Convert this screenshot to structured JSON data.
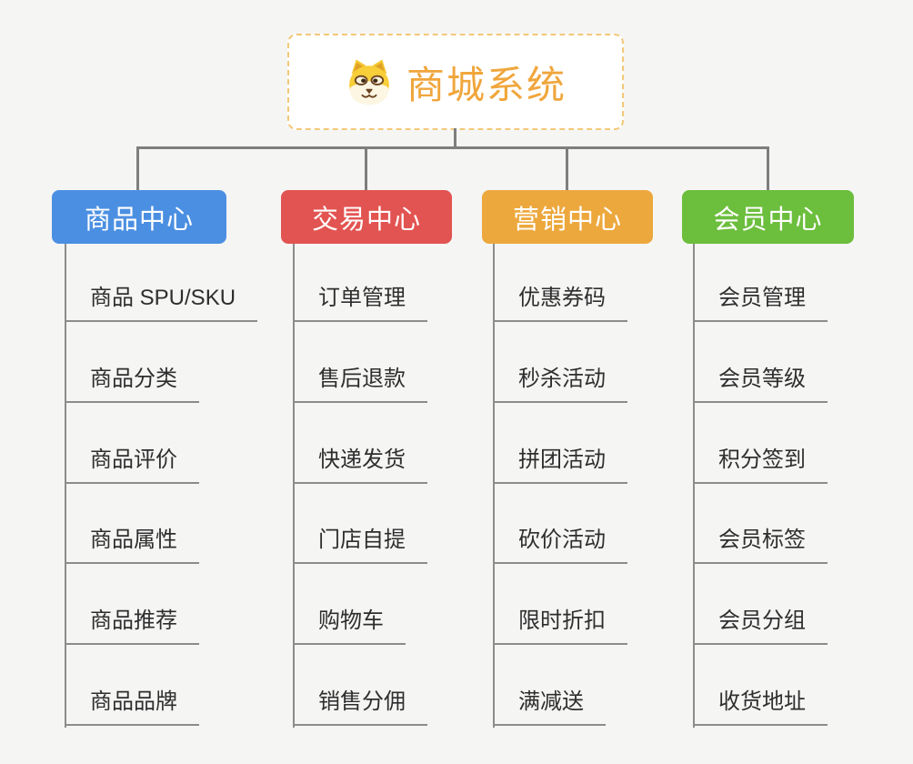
{
  "root": {
    "title": "商城系统",
    "title_color": "#f0a63c",
    "border_color": "#f3c878",
    "icon": "dog-face-icon"
  },
  "connector_color": "#7e7e7e",
  "leaf_line_color": "#8c8c8c",
  "branches": [
    {
      "label": "商品中心",
      "color": "#4b8fe2",
      "children": [
        "商品 SPU/SKU",
        "商品分类",
        "商品评价",
        "商品属性",
        "商品推荐",
        "商品品牌"
      ]
    },
    {
      "label": "交易中心",
      "color": "#e25451",
      "children": [
        "订单管理",
        "售后退款",
        "快递发货",
        "门店自提",
        "购物车",
        "销售分佣"
      ]
    },
    {
      "label": "营销中心",
      "color": "#eda83d",
      "children": [
        "优惠券码",
        "秒杀活动",
        "拼团活动",
        "砍价活动",
        "限时折扣",
        "满减送"
      ]
    },
    {
      "label": "会员中心",
      "color": "#6cbe3d",
      "children": [
        "会员管理",
        "会员等级",
        "积分签到",
        "会员标签",
        "会员分组",
        "收货地址"
      ]
    }
  ]
}
